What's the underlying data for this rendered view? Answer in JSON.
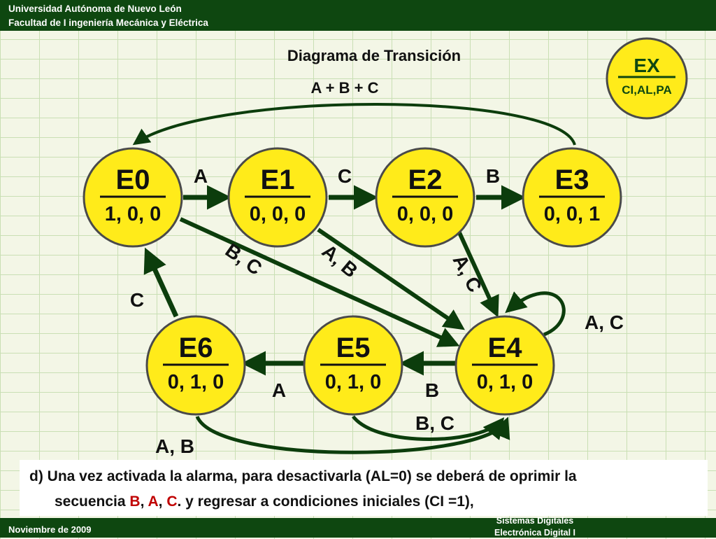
{
  "header": {
    "university": "Universidad Autónoma de Nuevo León",
    "faculty": "Facultad de I ingeniería Mecánica y Eléctrica"
  },
  "diagram": {
    "title": "Diagrama de Transición",
    "top_label": "A + B + C",
    "legend": {
      "top": "EX",
      "bottom": "CI,AL,PA"
    },
    "states": [
      {
        "id": "E0",
        "name": "E0",
        "output": "1, 0, 0"
      },
      {
        "id": "E1",
        "name": "E1",
        "output": "0, 0, 0"
      },
      {
        "id": "E2",
        "name": "E2",
        "output": "0, 0, 0"
      },
      {
        "id": "E3",
        "name": "E3",
        "output": "0, 0, 1"
      },
      {
        "id": "E4",
        "name": "E4",
        "output": "0, 1, 0"
      },
      {
        "id": "E5",
        "name": "E5",
        "output": "0, 1, 0"
      },
      {
        "id": "E6",
        "name": "E6",
        "output": "0, 1, 0"
      }
    ],
    "transitions": [
      {
        "from": "E0",
        "to": "E1",
        "label": "A"
      },
      {
        "from": "E1",
        "to": "E2",
        "label": "C"
      },
      {
        "from": "E2",
        "to": "E3",
        "label": "B"
      },
      {
        "from": "E3",
        "to": "E0",
        "label": "A + B + C"
      },
      {
        "from": "E0",
        "to": "E4",
        "label": "B, C"
      },
      {
        "from": "E1",
        "to": "E4",
        "label": "A, B"
      },
      {
        "from": "E2",
        "to": "E4",
        "label": "A, C"
      },
      {
        "from": "E4",
        "to": "E4",
        "label": "A, C"
      },
      {
        "from": "E4",
        "to": "E5",
        "label": "B"
      },
      {
        "from": "E5",
        "to": "E6",
        "label": "A"
      },
      {
        "from": "E6",
        "to": "E0",
        "label": "C"
      },
      {
        "from": "E5",
        "to": "E4",
        "label": "B, C"
      },
      {
        "from": "E6",
        "to": "E4",
        "label": "A, B"
      }
    ]
  },
  "note": {
    "line1": "d) Una vez activada la alarma, para desactivarla (AL=0) se deberá de oprimir la",
    "line2_start": "secuencia ",
    "seq_b": "B",
    "sep1": ", ",
    "seq_a": "A",
    "sep2": ", ",
    "seq_c": "C",
    "line2_end": ". y regresar a condiciones iniciales (CI =1),"
  },
  "footer": {
    "date": "Noviembre de 2009",
    "course1": "Sistemas Digitales",
    "course2": "Electrónica Digital I"
  },
  "colors": {
    "bar": "#0e4710",
    "state_fill": "#ffeb1a",
    "state_stroke": "#4a4a4a",
    "arrow": "#0c3d0c",
    "highlight": "#c00000"
  }
}
